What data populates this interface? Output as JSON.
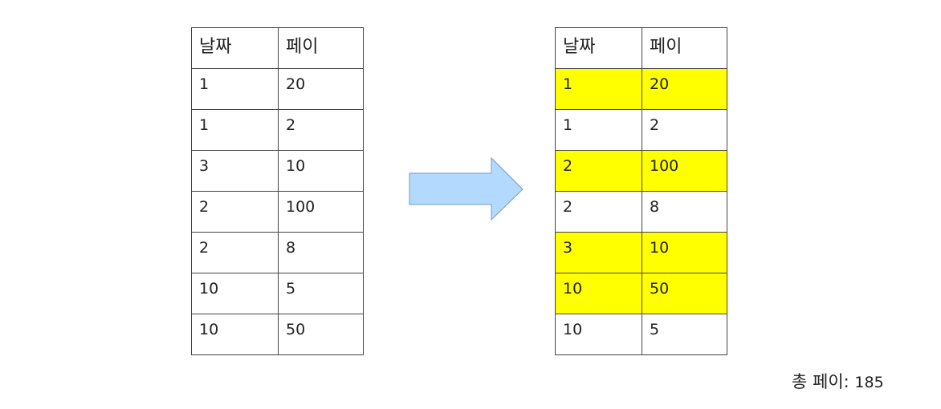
{
  "left_table": {
    "headers": [
      "날짜",
      "페이"
    ],
    "rows": [
      [
        "1",
        "20"
      ],
      [
        "1",
        "2"
      ],
      [
        "3",
        "10"
      ],
      [
        "2",
        "100"
      ],
      [
        "2",
        "8"
      ],
      [
        "10",
        "5"
      ],
      [
        "10",
        "50"
      ]
    ]
  },
  "right_table": {
    "headers": [
      "날짜",
      "페이"
    ],
    "rows": [
      [
        "1",
        "20"
      ],
      [
        "1",
        "2"
      ],
      [
        "2",
        "100"
      ],
      [
        "2",
        "8"
      ],
      [
        "3",
        "10"
      ],
      [
        "10",
        "50"
      ],
      [
        "10",
        "5"
      ]
    ],
    "highlighted_rows": [
      0,
      2,
      4,
      5
    ],
    "highlight_color": "#ffff00"
  },
  "arrow": {
    "icon": "right-arrow-icon",
    "fill": "#b3d9ff",
    "stroke": "#6f9cc9"
  },
  "total": {
    "label": "총 페이:",
    "value": "185"
  }
}
